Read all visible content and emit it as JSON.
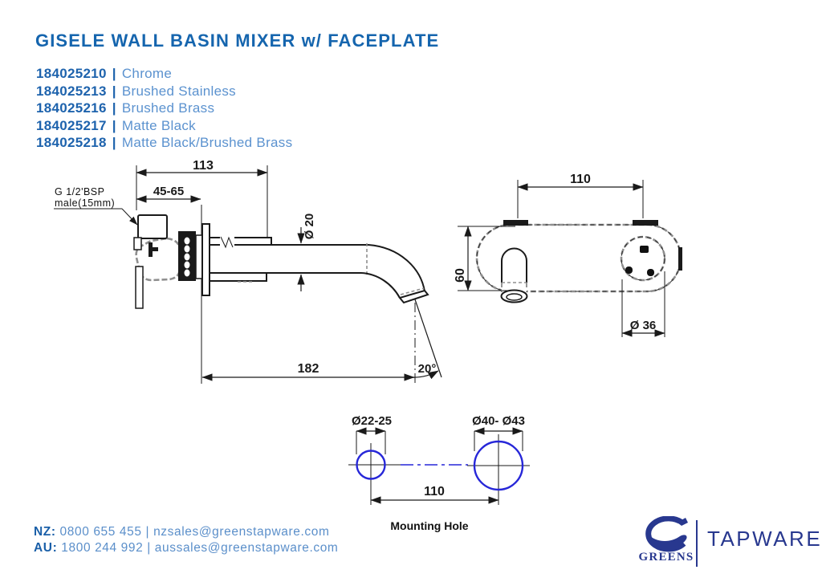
{
  "title": "GISELE WALL BASIN MIXER w/ FACEPLATE",
  "separator": "|",
  "products": [
    {
      "code": "184025210",
      "finish": "Chrome"
    },
    {
      "code": "184025213",
      "finish": "Brushed Stainless"
    },
    {
      "code": "184025216",
      "finish": "Brushed Brass"
    },
    {
      "code": "184025217",
      "finish": "Matte Black"
    },
    {
      "code": "184025218",
      "finish": "Matte Black/Brushed Brass"
    }
  ],
  "side_view": {
    "dim_width": "113",
    "dim_projection": "45-65",
    "thread_line1": "G 1/2'BSP",
    "thread_line2": "male(15mm)",
    "dim_spout_dia": "Ø 20",
    "dim_spout_reach": "182",
    "dim_angle": "20°"
  },
  "front_view": {
    "dim_centres": "110",
    "dim_height": "60",
    "dim_handle_dia": "Ø 36"
  },
  "mounting": {
    "dim_small_hole": "Ø22-25",
    "dim_large_hole": "Ø40- Ø43",
    "dim_centres": "110",
    "caption": "Mounting Hole"
  },
  "footer": {
    "nz_label": "NZ:",
    "nz_phone": "0800 655 455",
    "nz_email": "nzsales@greenstapware.com",
    "au_label": "AU:",
    "au_phone": "1800 244 992",
    "au_email": "aussales@greenstapware.com"
  },
  "logo": {
    "brand": "GREENS",
    "product_line": "TAPWARE"
  },
  "colors": {
    "title_blue": "#1565ae",
    "code_blue": "#1e63ad",
    "finish_blue": "#5b92cf",
    "logo_navy": "#28388f",
    "drawing_black": "#1a1a1a",
    "drawing_gray": "#8f8f8f",
    "cad_blue": "#2727d8"
  }
}
